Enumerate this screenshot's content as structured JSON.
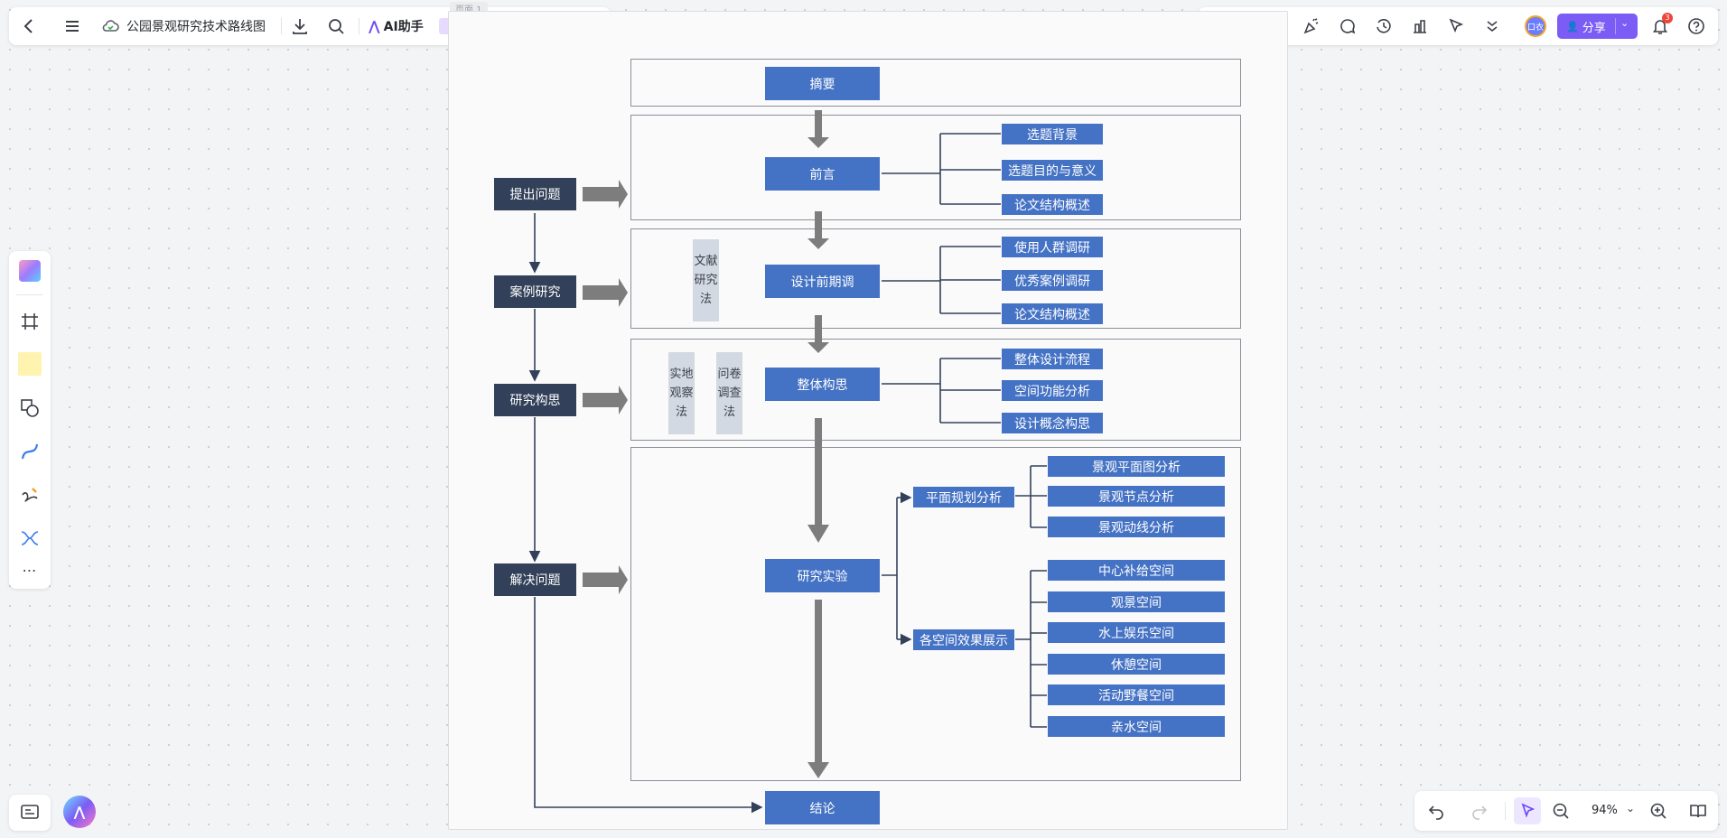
{
  "header": {
    "title": "公园景观研究技术路线图",
    "ai_label": "AI助手",
    "share_label": "分享",
    "avatar_label": "口衣",
    "notification_count": "3",
    "page_tab": "页面 1"
  },
  "footer": {
    "zoom": "94%"
  },
  "diagram": {
    "summary": "摘要",
    "intro": "前言",
    "intro_items": [
      "选题背景",
      "选题目的与意义",
      "论文结构概述"
    ],
    "pre_design": "设计前期调",
    "pre_design_items": [
      "使用人群调研",
      "优秀案例调研",
      "论文结构概述"
    ],
    "concept": "整体构思",
    "concept_items": [
      "整体设计流程",
      "空间功能分析",
      "设计概念构思"
    ],
    "experiment": "研究实验",
    "plan_analysis": "平面规划分析",
    "plan_items": [
      "景观平面图分析",
      "景观节点分析",
      "景观动线分析"
    ],
    "space_display": "各空间效果展示",
    "space_items": [
      "中心补给空间",
      "观景空间",
      "水上娱乐空间",
      "休憩空间",
      "活动野餐空间",
      "亲水空间"
    ],
    "conclusion": "结论",
    "stages": [
      "提出问题",
      "案例研究",
      "研究构思",
      "解决问题"
    ],
    "method_literature": "文献\n研究\n法",
    "method_field": "实地\n观察\n法",
    "method_survey": "问卷\n调查\n法"
  }
}
